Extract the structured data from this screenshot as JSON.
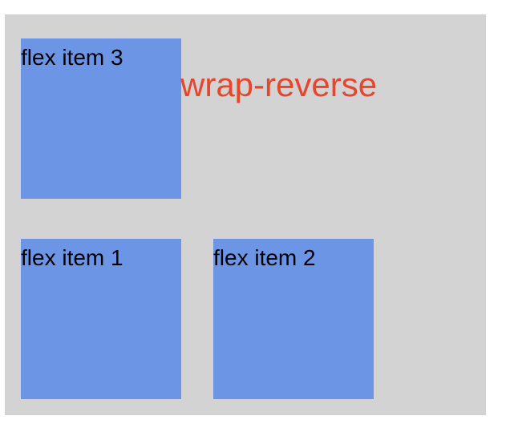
{
  "container": {
    "background": "#d3d3d3",
    "mode_label": "wrap-reverse",
    "mode_label_color": "#e8452c"
  },
  "items": [
    {
      "label": "flex item 1",
      "color": "#6d95e6"
    },
    {
      "label": "flex item 2",
      "color": "#6d95e6"
    },
    {
      "label": "flex item 3",
      "color": "#6d95e6"
    }
  ]
}
